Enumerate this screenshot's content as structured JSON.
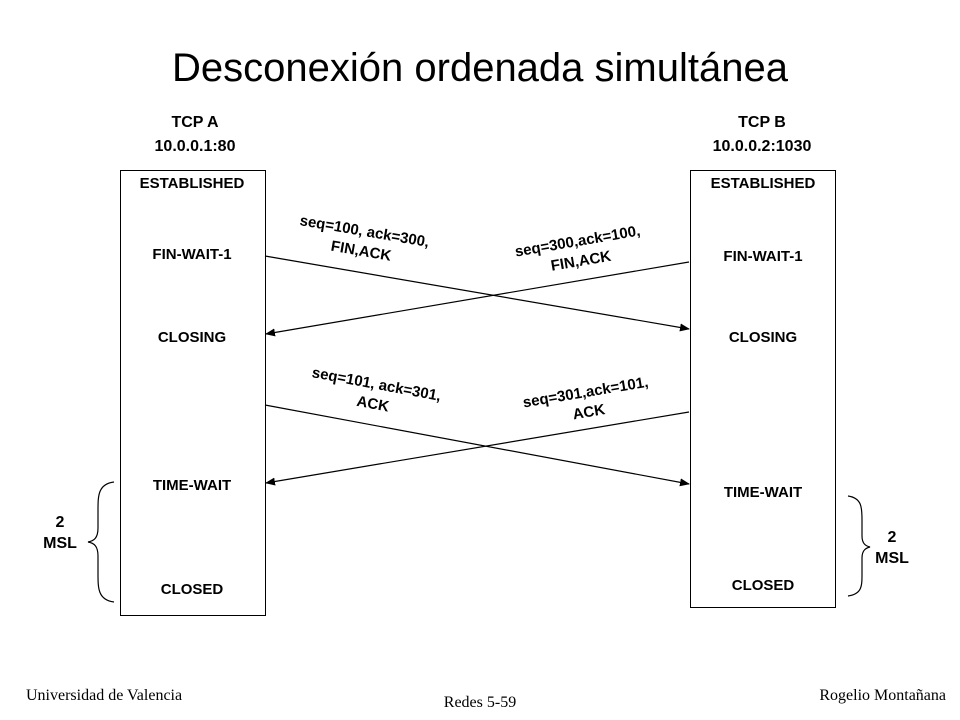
{
  "title": "Desconexión ordenada simultánea",
  "host_a": {
    "name": "TCP A",
    "addr": "10.0.0.1:80",
    "states": [
      "ESTABLISHED",
      "FIN-WAIT-1",
      "CLOSING",
      "TIME-WAIT",
      "CLOSED"
    ]
  },
  "host_b": {
    "name": "TCP B",
    "addr": "10.0.0.2:1030",
    "states": [
      "ESTABLISHED",
      "FIN-WAIT-1",
      "CLOSING",
      "TIME-WAIT",
      "CLOSED"
    ]
  },
  "messages": {
    "a_fin": [
      "seq=100, ack=300,",
      "FIN,ACK"
    ],
    "b_fin": [
      "seq=300,ack=100,",
      "FIN,ACK"
    ],
    "a_ack": [
      "seq=101, ack=301,",
      "ACK"
    ],
    "b_ack": [
      "seq=301,ack=101,",
      "ACK"
    ]
  },
  "msl_a": [
    "2",
    "MSL"
  ],
  "msl_b": [
    "2",
    "MSL"
  ],
  "footer": {
    "left": "Universidad de Valencia",
    "center": "Redes 5-59",
    "right": "Rogelio Montañana"
  },
  "colors": {
    "line": "#000000",
    "background": "#ffffff"
  }
}
